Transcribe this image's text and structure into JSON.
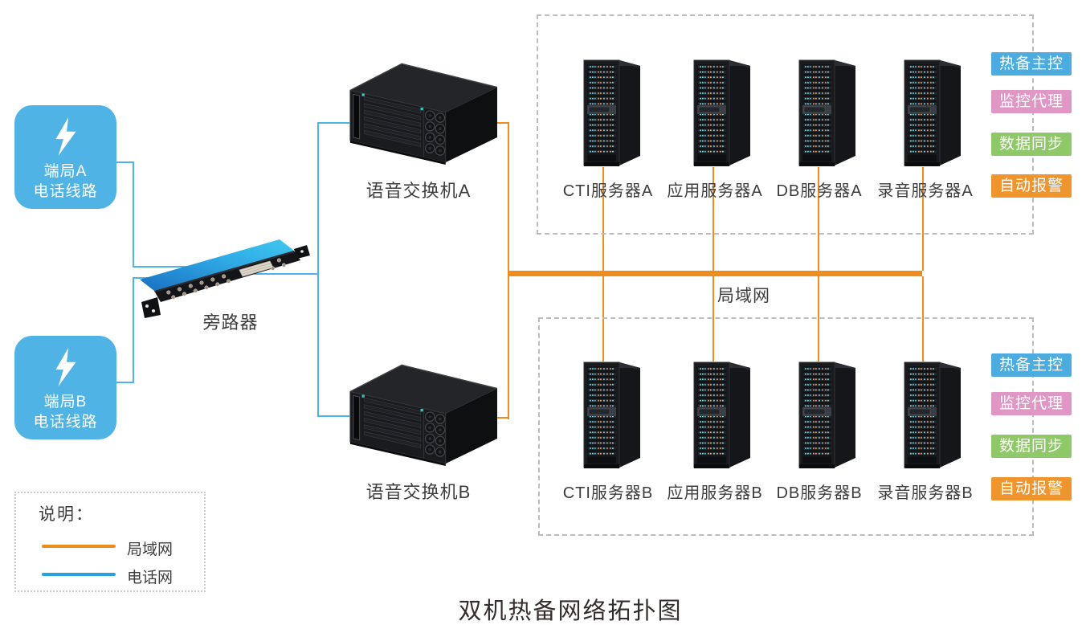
{
  "title": "双机热备网络拓扑图",
  "sources": [
    {
      "line1": "端局A",
      "line2": "电话线路"
    },
    {
      "line1": "端局B",
      "line2": "电话线路"
    }
  ],
  "bypass": {
    "label": "旁路器"
  },
  "switches": [
    {
      "label": "语音交换机A"
    },
    {
      "label": "语音交换机B"
    }
  ],
  "lan": {
    "label": "局域网"
  },
  "groups": [
    {
      "id": "A",
      "servers": [
        "CTI服务器A",
        "应用服务器A",
        "DB服务器A",
        "录音服务器A"
      ],
      "tags": [
        {
          "label": "热备主控",
          "color": "#4cacdf"
        },
        {
          "label": "监控代理",
          "color": "#e097c6"
        },
        {
          "label": "数据同步",
          "color": "#8ec869"
        },
        {
          "label": "自动报警",
          "color": "#f0952d"
        }
      ]
    },
    {
      "id": "B",
      "servers": [
        "CTI服务器B",
        "应用服务器B",
        "DB服务器B",
        "录音服务器B"
      ],
      "tags": [
        {
          "label": "热备主控",
          "color": "#4cacdf"
        },
        {
          "label": "监控代理",
          "color": "#e097c6"
        },
        {
          "label": "数据同步",
          "color": "#8ec869"
        },
        {
          "label": "自动报警",
          "color": "#f0952d"
        }
      ]
    }
  ],
  "legend": {
    "title": "说明：",
    "items": [
      {
        "label": "局域网",
        "color": "#ee8c1e"
      },
      {
        "label": "电话网",
        "color": "#29a3dc"
      }
    ]
  },
  "colors": {
    "lan_line": "#ee8c1e",
    "phone_line": "#4fb3e8",
    "source_box": "#4fb3e5"
  }
}
